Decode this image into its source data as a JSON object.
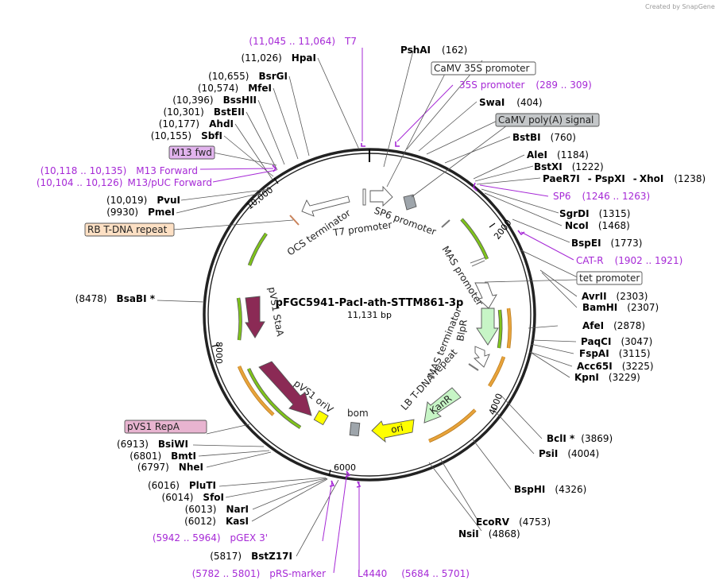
{
  "header": {
    "credit": "Created by SnapGene"
  },
  "plasmid": {
    "name": "pFGC5941-PacI-ath-STTM861-3p",
    "size": "11,131 bp"
  },
  "ticks": [
    "2000",
    "4000",
    "6000",
    "8000",
    "10,000"
  ],
  "features": {
    "ocs_terminator": "OCS terminator",
    "t7_promoter": "T7 promoter",
    "sp6_promoter": "SP6 promoter",
    "mas_promoter": "MAS promoter",
    "pvs1_staa": "pVS1 StaA",
    "blpr": "BlpR",
    "mas_terminator": "MAS terminator",
    "lb_tdna": "LB T-DNA repeat",
    "kanr": "KanR",
    "ori": "ori",
    "bom": "bom",
    "pvs1_oriv": "pVS1 oriV"
  },
  "boxed": {
    "camv35s": "CaMV 35S promoter",
    "camv_polya": "CaMV poly(A) signal",
    "tet_promoter": "tet promoter",
    "m13fwd": "M13 fwd",
    "rb_tdna": "RB T-DNA repeat",
    "pvs1_repa": "pVS1 RepA"
  },
  "sites": {
    "pshai": {
      "name": "PshAI",
      "pos": "(162)"
    },
    "swai": {
      "name": "SwaI",
      "pos": "(404)"
    },
    "bstbi": {
      "name": "BstBI",
      "pos": "(760)"
    },
    "alei": {
      "name": "AleI",
      "pos": "(1184)"
    },
    "bstxi": {
      "name": "BstXI",
      "pos": "(1222)"
    },
    "paer7i": {
      "name": "PaeR7I",
      "sep1": "-",
      "mid": "PspXI",
      "sep2": "-",
      "last": "XhoI",
      "pos": "(1238)"
    },
    "sgrdi": {
      "name": "SgrDI",
      "pos": "(1315)"
    },
    "ncoi": {
      "name": "NcoI",
      "pos": "(1468)"
    },
    "bspei": {
      "name": "BspEI",
      "pos": "(1773)"
    },
    "avrii": {
      "name": "AvrII",
      "pos": "(2303)"
    },
    "bamhi": {
      "name": "BamHI",
      "pos": "(2307)"
    },
    "afei": {
      "name": "AfeI",
      "pos": "(2878)"
    },
    "paqci": {
      "name": "PaqCI",
      "pos": "(3047)"
    },
    "fspai": {
      "name": "FspAI",
      "pos": "(3115)"
    },
    "acc65i": {
      "name": "Acc65I",
      "pos": "(3225)"
    },
    "kpni": {
      "name": "KpnI",
      "pos": "(3229)"
    },
    "bcli": {
      "name": "BclI *",
      "pos": "(3869)"
    },
    "psii": {
      "name": "PsiI",
      "pos": "(4004)"
    },
    "bsphi": {
      "name": "BspHI",
      "pos": "(4326)"
    },
    "ecorv": {
      "name": "EcoRV",
      "pos": "(4753)"
    },
    "nsii": {
      "name": "NsiI",
      "pos": "(4868)"
    },
    "bstz17i": {
      "name": "BstZ17I",
      "pos": "(5817)"
    },
    "kasi": {
      "name": "KasI",
      "pos": "(6012)"
    },
    "nari": {
      "name": "NarI",
      "pos": "(6013)"
    },
    "sfoi": {
      "name": "SfoI",
      "pos": "(6014)"
    },
    "plutI": {
      "name": "PluTI",
      "pos": "(6016)"
    },
    "nhei": {
      "name": "NheI",
      "pos": "(6797)"
    },
    "bmti": {
      "name": "BmtI",
      "pos": "(6801)"
    },
    "bsiwi": {
      "name": "BsiWI",
      "pos": "(6913)"
    },
    "bsabi": {
      "name": "BsaBI *",
      "pos": "(8478)"
    },
    "pmei": {
      "name": "PmeI",
      "pos": "(9930)"
    },
    "pvui": {
      "name": "PvuI",
      "pos": "(10,019)"
    },
    "sbfi": {
      "name": "SbfI",
      "pos": "(10,155)"
    },
    "ahdi": {
      "name": "AhdI",
      "pos": "(10,177)"
    },
    "bsteii": {
      "name": "BstEII",
      "pos": "(10,301)"
    },
    "bsshii": {
      "name": "BssHII",
      "pos": "(10,396)"
    },
    "mfei": {
      "name": "MfeI",
      "pos": "(10,574)"
    },
    "bsrgi": {
      "name": "BsrGI",
      "pos": "(10,655)"
    },
    "hpai": {
      "name": "HpaI",
      "pos": "(11,026)"
    }
  },
  "primers": {
    "t7": {
      "name": "T7",
      "pos": "(11,045 .. 11,064)"
    },
    "s35": {
      "name": "35S promoter",
      "pos": "(289 .. 309)"
    },
    "sp6": {
      "name": "SP6",
      "pos": "(1246 .. 1263)"
    },
    "catr": {
      "name": "CAT-R",
      "pos": "(1902 .. 1921)"
    },
    "m13f": {
      "name": "M13 Forward",
      "pos": "(10,118 .. 10,135)"
    },
    "m13puc": {
      "name": "M13/pUC Forward",
      "pos": "(10,104 .. 10,126)"
    },
    "pgex3": {
      "name": "pGEX 3'",
      "pos": "(5942 .. 5964)"
    },
    "prs": {
      "name": "pRS-marker",
      "pos": "(5782 .. 5801)"
    },
    "l4440": {
      "name": "L4440",
      "pos": "(5684 .. 5701)"
    }
  },
  "colors": {
    "backbone": "#222222",
    "primer": "#a629d6",
    "promoter_green": "#7fc31c",
    "orange": "#e8a33a",
    "marker": "#c7f5c6",
    "ori_yellow": "#ffff00",
    "staa": "#8b2a55",
    "rb_fill": "#fde0c4",
    "repa_fill": "#e8b4d0"
  }
}
